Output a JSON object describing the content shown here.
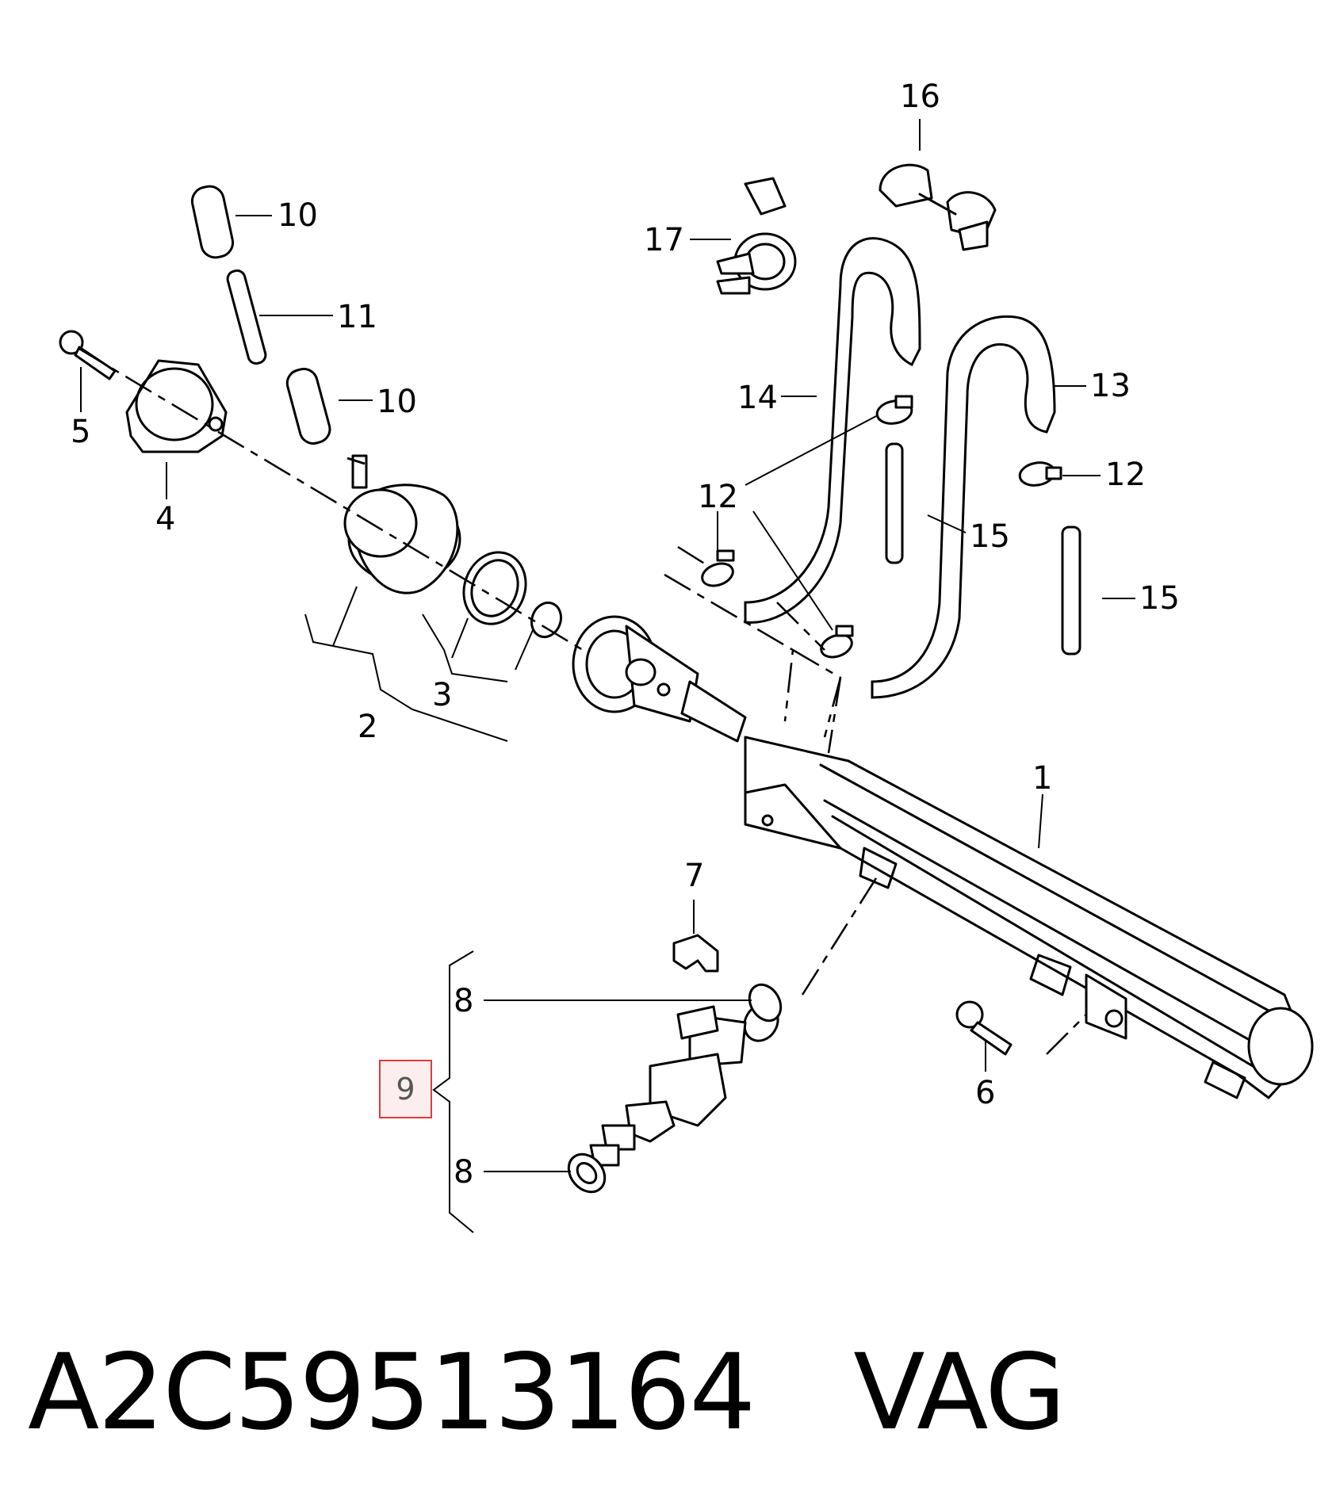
{
  "callouts": {
    "c1": "1",
    "c2": "2",
    "c3": "3",
    "c4": "4",
    "c5": "5",
    "c6": "6",
    "c7": "7",
    "c8a": "8",
    "c8b": "8",
    "c9": "9",
    "c10a": "10",
    "c10b": "10",
    "c11": "11",
    "c12a": "12",
    "c12b": "12",
    "c13": "13",
    "c14": "14",
    "c15a": "15",
    "c15b": "15",
    "c16": "16",
    "c17": "17"
  },
  "highlight": {
    "part": "9",
    "color": "#e0393b"
  },
  "footer": {
    "part_number": "A2C59513164",
    "brand": "VAG"
  }
}
